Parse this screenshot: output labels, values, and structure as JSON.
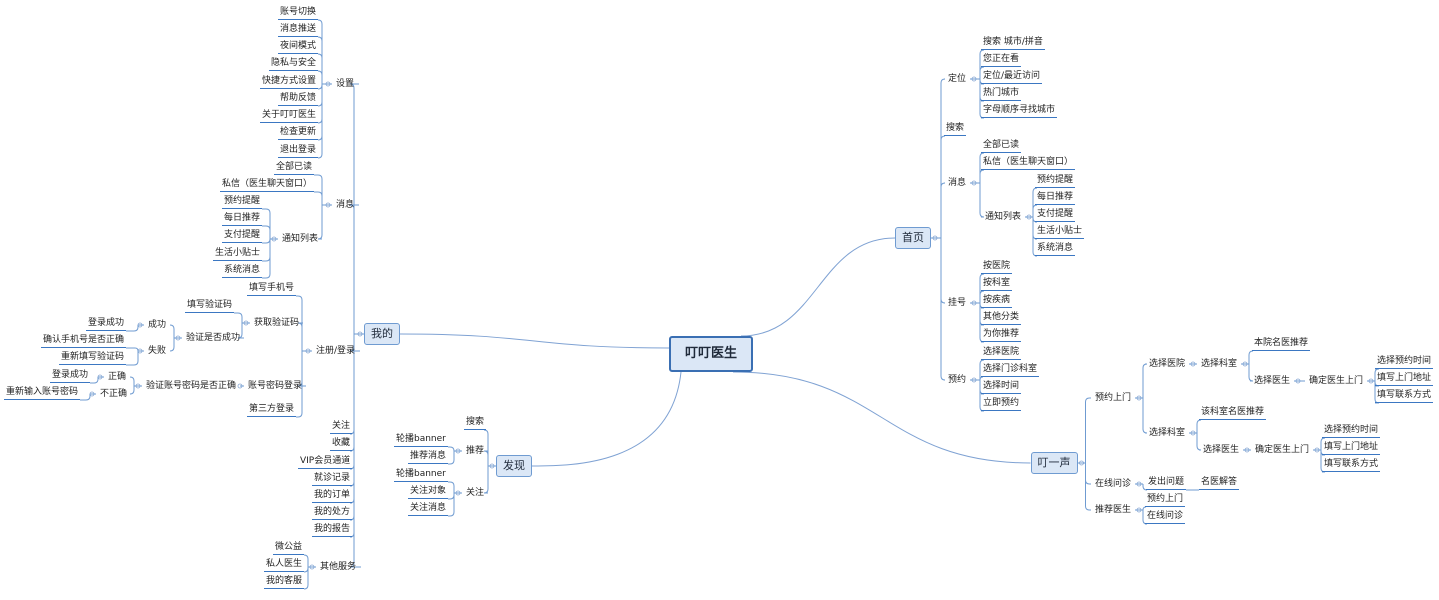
{
  "root": "叮叮医生",
  "mine": {
    "title": "我的",
    "settings": {
      "label": "设置",
      "items": [
        "账号切换",
        "消息推送",
        "夜间模式",
        "隐私与安全",
        "快捷方式设置",
        "帮助反馈",
        "关于叮叮医生",
        "检查更新",
        "退出登录"
      ]
    },
    "messages": {
      "label": "消息",
      "read_all": "全部已读",
      "private": "私信（医生聊天窗口）",
      "notice": "通知列表",
      "notice_items": [
        "预约提醒",
        "每日推荐",
        "支付提醒",
        "生活小贴士",
        "系统消息"
      ]
    },
    "register": {
      "label": "注册/登录",
      "phone": "填写手机号",
      "get_code": "获取验证码",
      "fill_code": "填写验证码",
      "verify": "验证是否成功",
      "success": "成功",
      "success_leaf": "登录成功",
      "fail": "失败",
      "fail_leaves": [
        "确认手机号是否正确",
        "重新填写验证码"
      ],
      "account_login": "账号密码登录",
      "verify_account": "验证账号密码是否正确",
      "correct": "正确",
      "correct_leaf": "登录成功",
      "incorrect": "不正确",
      "incorrect_leaf": "重新输入账号密码",
      "third": "第三方登录"
    },
    "direct": [
      "关注",
      "收藏",
      "VIP会员通道",
      "就诊记录",
      "我的订单",
      "我的处方",
      "我的报告"
    ],
    "other": {
      "label": "其他服务",
      "items": [
        "微公益",
        "私人医生",
        "我的客服"
      ]
    }
  },
  "discover": {
    "title": "发现",
    "search": "搜索",
    "recommend": "推荐",
    "recommend_items": [
      "轮播banner",
      "推荐消息"
    ],
    "follow": "关注",
    "follow_items": [
      "轮播banner",
      "关注对象",
      "关注消息"
    ]
  },
  "home": {
    "title": "首页",
    "locate": {
      "label": "定位",
      "items": [
        "搜索 城市/拼音",
        "您正在看",
        "定位/最近访问",
        "热门城市",
        "字母顺序寻找城市"
      ]
    },
    "search": "搜索",
    "messages": {
      "label": "消息",
      "read_all": "全部已读",
      "private": "私信（医生聊天窗口）",
      "notice": "通知列表",
      "notice_items": [
        "预约提醒",
        "每日推荐",
        "支付提醒",
        "生活小贴士",
        "系统消息"
      ]
    },
    "register": {
      "label": "挂号",
      "items": [
        "按医院",
        "按科室",
        "按疾病",
        "其他分类",
        "为你推荐"
      ]
    },
    "booking": {
      "label": "预约",
      "items": [
        "选择医院",
        "选择门诊科室",
        "选择时间",
        "立即预约"
      ]
    }
  },
  "ding": {
    "title": "叮一声",
    "visit": "预约上门",
    "choose_hospital": "选择医院",
    "choose_dept": "选择科室",
    "hospital_famous": "本院名医推荐",
    "choose_doctor": "选择医生",
    "confirm_visit": "确定医生上门",
    "visit_items": [
      "选择预约时间",
      "填写上门地址",
      "填写联系方式"
    ],
    "dept_famous": "该科室名医推荐",
    "online": "在线问诊",
    "ask": "发出问题",
    "answer": "名医解答",
    "recommend_doctor": "推荐医生",
    "rec_items": [
      "预约上门",
      "在线问诊"
    ]
  }
}
